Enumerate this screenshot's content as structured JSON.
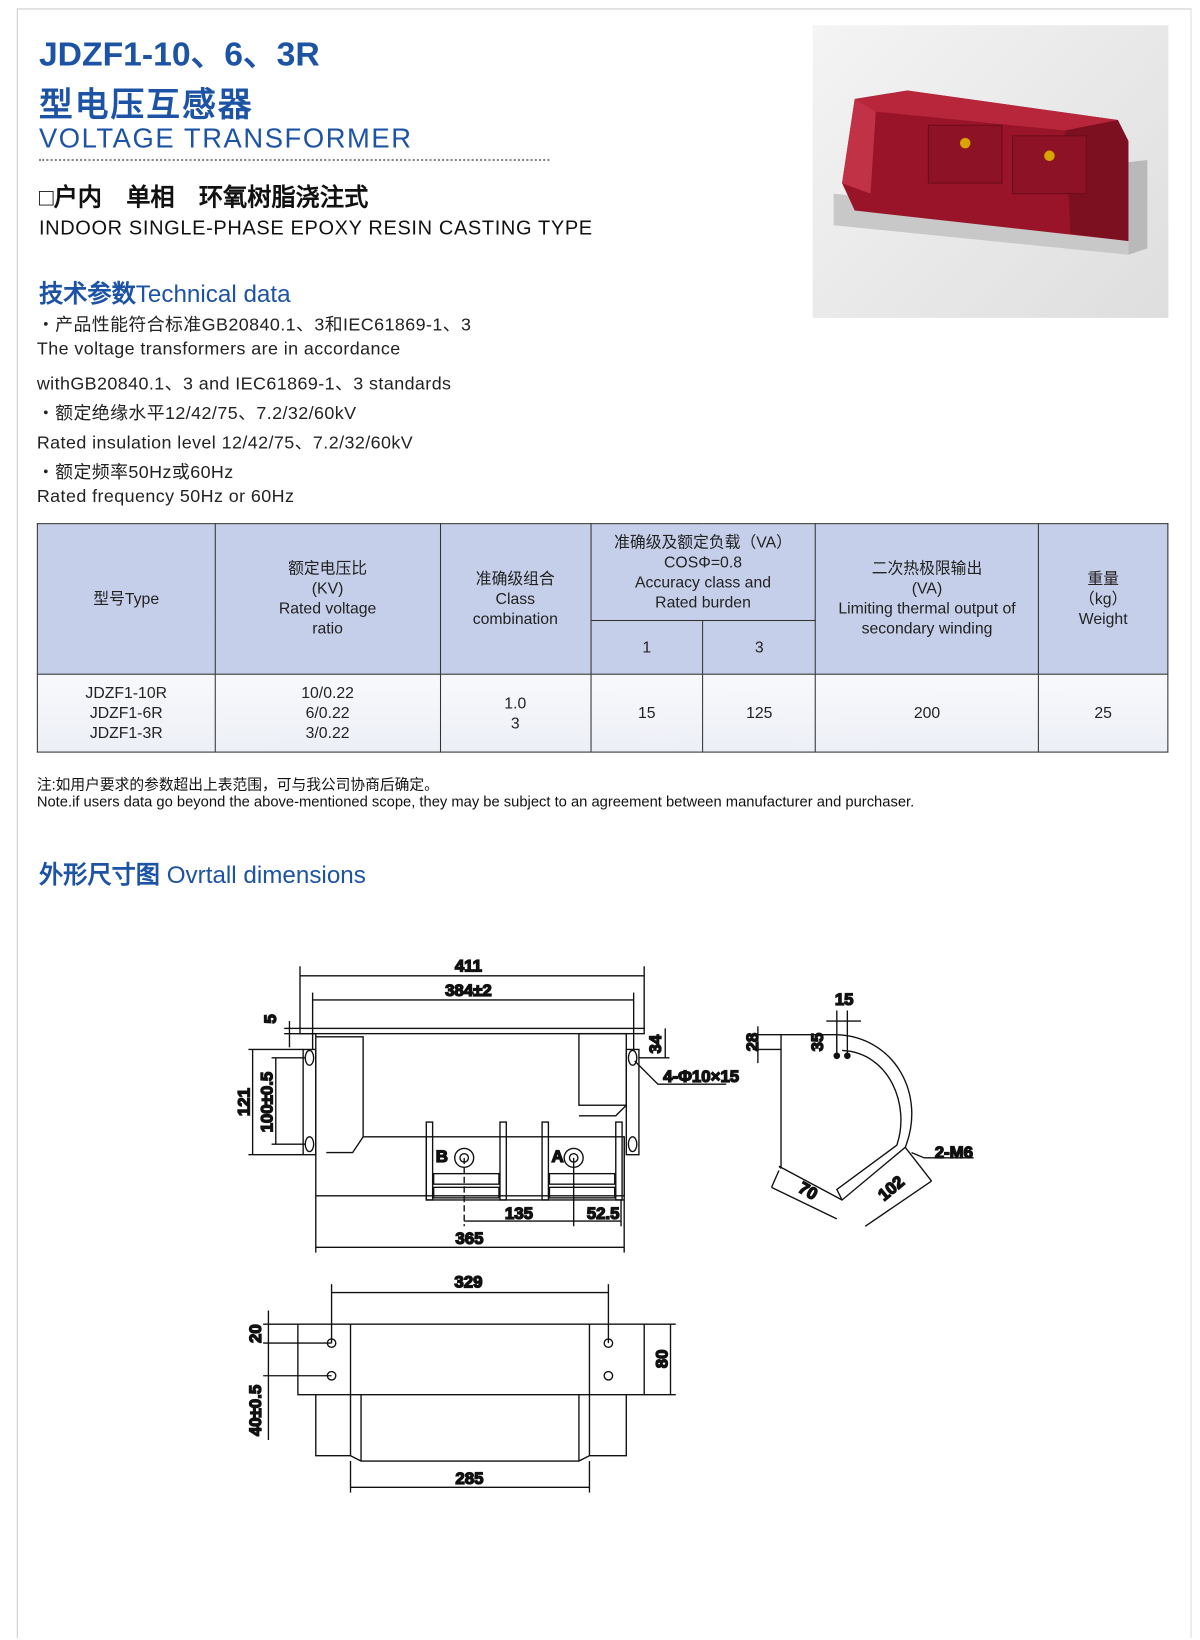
{
  "header": {
    "model": "JDZF1-10、6、3R",
    "title_cn": "型电压互感器",
    "title_en": "VOLTAGE TRANSFORMER",
    "type_cn": "□户内　单相　环氧树脂浇注式",
    "type_en": "INDOOR  SINGLE-PHASE EPOXY RESIN CASTING TYPE"
  },
  "technical": {
    "heading_cn": "技术参数",
    "heading_en": "Technical data",
    "lines": [
      "・产品性能符合标准GB20840.1、3和IEC61869-1、3",
      "The voltage transformers are in accordance",
      "withGB20840.1、3 and IEC61869-1、3 standards",
      "・额定绝缘水平12/42/75、7.2/32/60kV",
      "Rated insulation level 12/42/75、7.2/32/60kV",
      "・额定频率50Hz或60Hz",
      "Rated frequency 50Hz or 60Hz"
    ]
  },
  "table": {
    "headers": {
      "type": "型号Type",
      "ratio": [
        "额定电压比",
        "(KV)",
        "Rated voltage",
        "ratio"
      ],
      "class": [
        "准确级组合",
        "Class",
        "combination"
      ],
      "burden": [
        "准确级及额定负载（VA）",
        "COSΦ=0.8",
        "Accuracy class and",
        "Rated burden"
      ],
      "burden_sub": [
        "1",
        "3"
      ],
      "thermal": [
        "二次热极限输出",
        "(VA)",
        "Limiting thermal output of",
        "secondary winding"
      ],
      "weight": [
        "重量",
        "（kg）",
        "Weight"
      ]
    },
    "row": {
      "types": [
        "JDZF1-10R",
        "JDZF1-6R",
        "JDZF1-3R"
      ],
      "ratios": [
        "10/0.22",
        "6/0.22",
        "3/0.22"
      ],
      "classes": [
        "1.0",
        "3"
      ],
      "burden1": "15",
      "burden3": "125",
      "thermal": "200",
      "weight": "25"
    }
  },
  "notes": [
    "注:如用户要求的参数超出上表范围，可与我公司协商后确定。",
    "Note.if users data go beyond the above-mentioned scope, they may be subject to an agreement between manufacturer and purchaser."
  ],
  "dimensions": {
    "heading_cn": "外形尺寸图",
    "heading_en": " Ovrtall dimensions",
    "labels": {
      "d411": "411",
      "d384": "384±2",
      "d5": "5",
      "d121": "121",
      "d100": "100±0.5",
      "d34": "34",
      "holes": "4-Φ10×15",
      "d135": "135",
      "d52": "52.5",
      "d365": "365",
      "tA": "A",
      "tB": "B",
      "d15": "15",
      "d28": "28",
      "d35": "35",
      "m6": "2-M6",
      "d70": "70",
      "d102": "102",
      "d329": "329",
      "d20": "20",
      "d40": "40±0.5",
      "d80": "80",
      "d285": "285"
    }
  },
  "colors": {
    "brand": "#1d53a4",
    "header_bg": "#c6cfea",
    "product": "#a3162c"
  }
}
